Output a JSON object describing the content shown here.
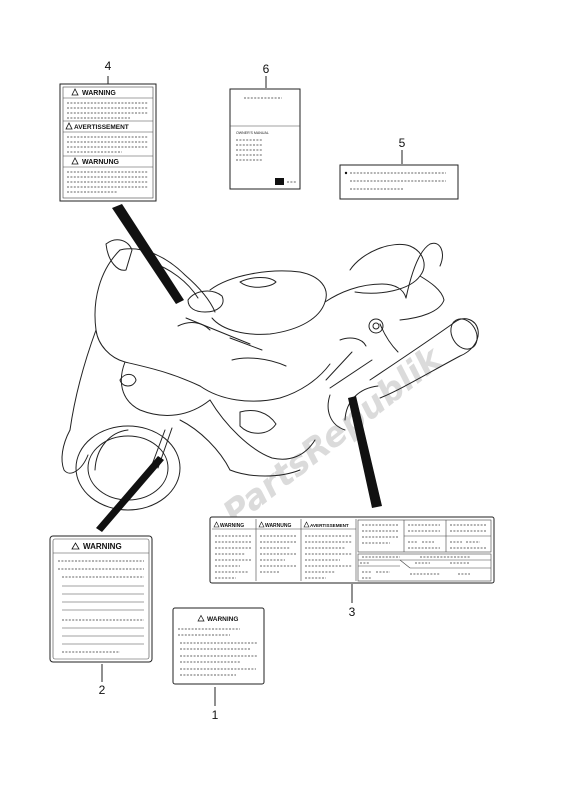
{
  "watermark": "PartsRepublik",
  "callouts": [
    {
      "number": "1"
    },
    {
      "number": "2"
    },
    {
      "number": "3"
    },
    {
      "number": "4"
    },
    {
      "number": "5"
    },
    {
      "number": "6"
    }
  ],
  "label_1": {
    "heading": "WARNING"
  },
  "label_2": {
    "heading": "WARNING"
  },
  "label_3": {
    "heading_1": "WARNING",
    "heading_2": "WARNUNG",
    "heading_3": "AVERTISSEMENT"
  },
  "label_4": {
    "heading_1": "WARNING",
    "heading_2": "AVERTISSEMENT",
    "heading_3": "WARNUNG"
  },
  "label_6": {
    "title": "OWNER'S MANUAL"
  }
}
